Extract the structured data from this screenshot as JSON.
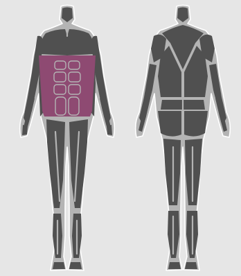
{
  "figure": {
    "views": [
      "front",
      "back"
    ],
    "highlighted_muscle_group": "abdominals",
    "colors": {
      "background": "#e6e6e6",
      "body_outline": "#ffffff",
      "skin_gap": "#b4b4b4",
      "muscle": "#505050",
      "highlight": "#8e4a72"
    }
  }
}
